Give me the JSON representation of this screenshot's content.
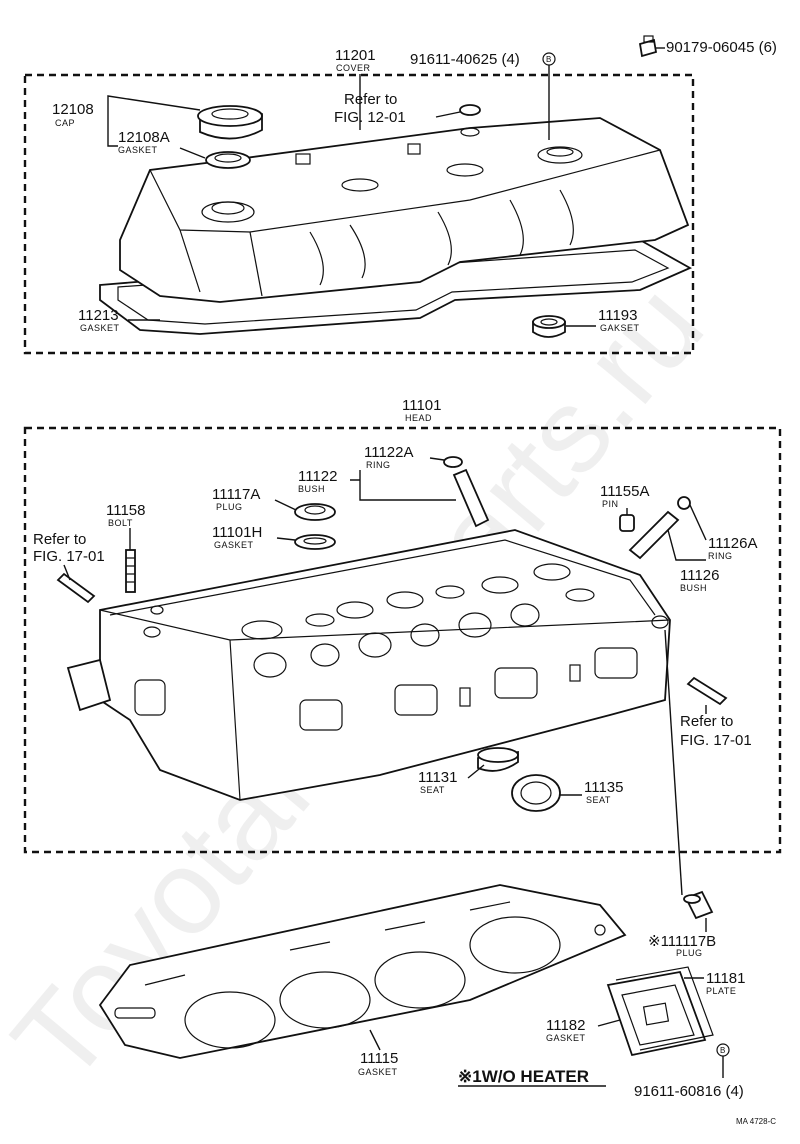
{
  "watermark": "ToyotaMiniParts.ru",
  "diagram_code": "MA 4728-C",
  "note": "※1W/O HEATER",
  "cover_group": {
    "cover": {
      "number": "11201",
      "label": "COVER"
    },
    "cap": {
      "number": "12108",
      "label": "CAP"
    },
    "cap_gasket": {
      "number": "12108A",
      "label": "GASKET"
    },
    "cover_gasket": {
      "number": "11213",
      "label": "GASKET"
    },
    "seal_gasket": {
      "number": "11193",
      "label": "GAKSET"
    },
    "bolt": {
      "number": "91611-40625 (4)",
      "marker": "B"
    },
    "nut": {
      "number": "90179-06045 (6)"
    },
    "ref_line1": "Refer to",
    "ref_line2": "FIG. 12-01"
  },
  "head_group": {
    "head": {
      "number": "11101",
      "label": "HEAD"
    },
    "ring_a": {
      "number": "11122A",
      "label": "RING"
    },
    "bush": {
      "number": "11122",
      "label": "BUSH"
    },
    "plug": {
      "number": "11117A",
      "label": "PLUG"
    },
    "head_gasket": {
      "number": "11101H",
      "label": "GASKET"
    },
    "bolt": {
      "number": "11158",
      "label": "BOLT"
    },
    "pin": {
      "number": "11155A",
      "label": "PIN"
    },
    "ring_b": {
      "number": "11126A",
      "label": "RING"
    },
    "bush_b": {
      "number": "11126",
      "label": "BUSH"
    },
    "seat_a": {
      "number": "11131",
      "label": "SEAT"
    },
    "seat_b": {
      "number": "11135",
      "label": "SEAT"
    },
    "ref_left_line1": "Refer to",
    "ref_left_line2": "FIG. 17-01",
    "ref_right_line1": "Refer to",
    "ref_right_line2": "FIG. 17-01"
  },
  "lower_group": {
    "cyl_gasket": {
      "number": "11115",
      "label": "GASKET"
    },
    "plug_b": {
      "number": "※111117B",
      "label": "PLUG"
    },
    "plate": {
      "number": "11181",
      "label": "PLATE"
    },
    "plate_gasket": {
      "number": "11182",
      "label": "GASKET"
    },
    "bolt": {
      "number": "91611-60816 (4)",
      "marker": "B"
    }
  }
}
